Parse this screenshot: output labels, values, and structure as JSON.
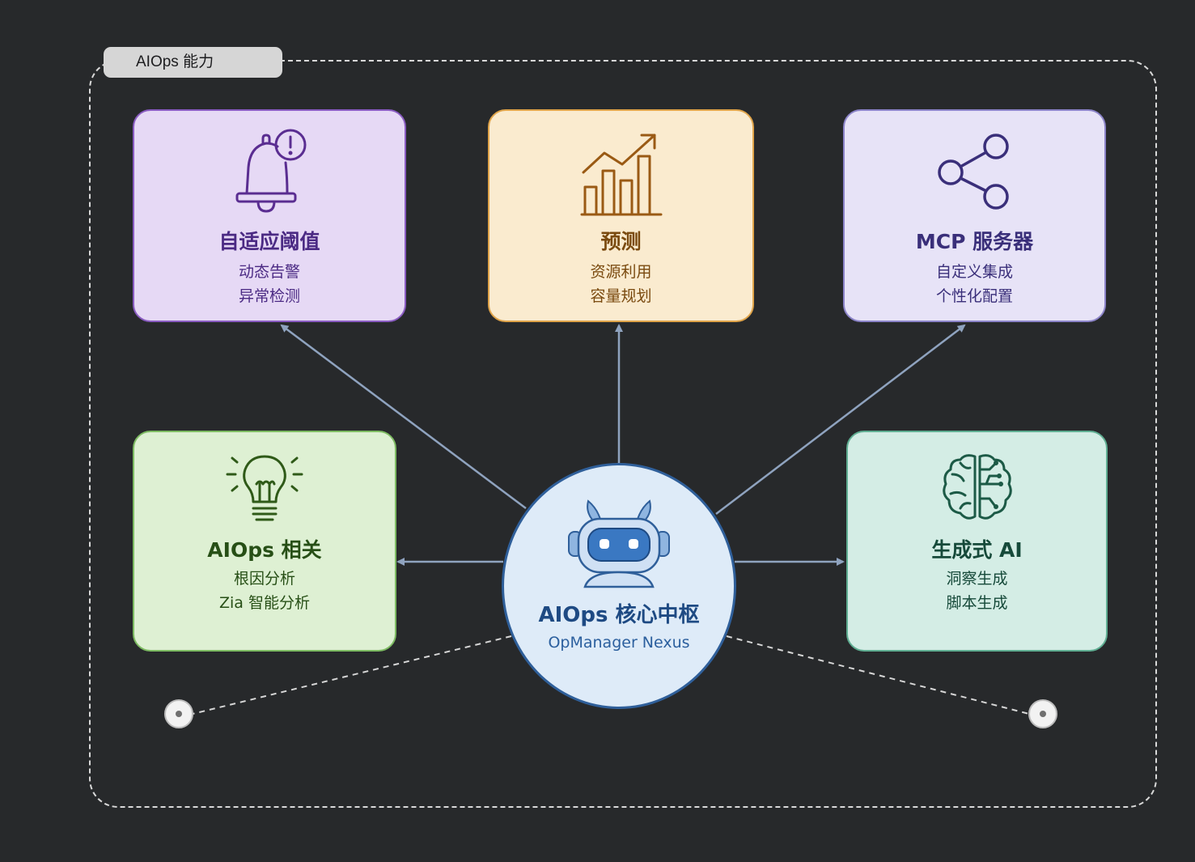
{
  "group": {
    "label": "AIOps 能力"
  },
  "hub": {
    "title": "AIOps 核心中枢",
    "subtitle": "OpManager Nexus",
    "icon": "robot-icon"
  },
  "cards": {
    "adaptive": {
      "title": "自适应阈值",
      "lines": [
        "动态告警",
        "异常检测"
      ],
      "icon": "bell-alert-icon"
    },
    "forecast": {
      "title": "预测",
      "lines": [
        "资源利用",
        "容量规划"
      ],
      "icon": "trending-chart-icon"
    },
    "mcp": {
      "title": "MCP 服务器",
      "lines": [
        "自定义集成",
        "个性化配置"
      ],
      "icon": "share-icon"
    },
    "aiops": {
      "title": "AIOps 相关",
      "lines": [
        "根因分析",
        "Zia 智能分析"
      ],
      "icon": "lightbulb-icon"
    },
    "genai": {
      "title": "生成式 AI",
      "lines": [
        "洞察生成",
        "脚本生成"
      ],
      "icon": "brain-circuit-icon"
    }
  },
  "colors": {
    "background": "#27292b",
    "arrow": "#8fa3bf",
    "adaptive": "#8a5cc2",
    "forecast": "#e0a44a",
    "mcp": "#8c84c9",
    "aiops": "#7dbb62",
    "genai": "#5fae92",
    "hub": "#2f5f9a"
  }
}
